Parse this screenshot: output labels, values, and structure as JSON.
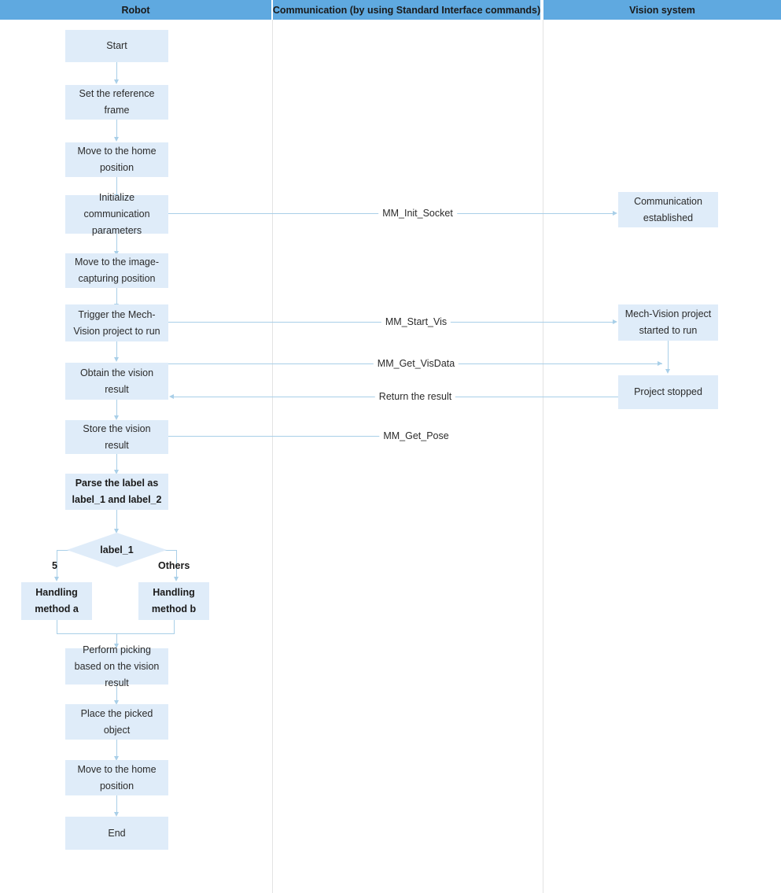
{
  "lanes": [
    {
      "title": "Robot"
    },
    {
      "title": "Communication (by using Standard Interface commands)"
    },
    {
      "title": "Vision system"
    }
  ],
  "colors": {
    "lane_header_bg": "#5fa9e0",
    "node_fill": "#dfecf9",
    "connector": "#a9cfe8",
    "lane_separator": "#e3e3e3",
    "text": "#2b2b2b",
    "page_bg": "#ffffff"
  },
  "robot_lane": {
    "nodes": [
      {
        "id": "start",
        "label": "Start"
      },
      {
        "id": "set-frame",
        "label": "Set the reference frame"
      },
      {
        "id": "home-1",
        "label": "Move to the home position"
      },
      {
        "id": "init-comm",
        "label": "Initialize communication parameters"
      },
      {
        "id": "image-pos",
        "label": "Move to the image-capturing position"
      },
      {
        "id": "trigger-vis",
        "label": "Trigger the Mech-Vision project to run"
      },
      {
        "id": "obtain-vis",
        "label": "Obtain the vision result"
      },
      {
        "id": "store-vis",
        "label": "Store the vision result"
      },
      {
        "id": "parse-label",
        "label": "Parse the label as label_1 and label_2"
      },
      {
        "id": "handling-a",
        "label": "Handling method a"
      },
      {
        "id": "handling-b",
        "label": "Handling method b"
      },
      {
        "id": "perform-pick",
        "label": "Perform picking based on the vision result"
      },
      {
        "id": "place-object",
        "label": "Place the picked object"
      },
      {
        "id": "home-2",
        "label": "Move to the home position"
      },
      {
        "id": "end",
        "label": "End"
      }
    ],
    "decision": {
      "id": "label-1",
      "label": "label_1"
    },
    "branches": [
      {
        "id": "branch-5",
        "label": "5"
      },
      {
        "id": "branch-others",
        "label": "Others"
      }
    ]
  },
  "communication_lane": {
    "messages": [
      {
        "id": "mm-init-socket",
        "label": "MM_Init_Socket",
        "direction": "right"
      },
      {
        "id": "mm-start-vis",
        "label": "MM_Start_Vis",
        "direction": "right"
      },
      {
        "id": "mm-get-visdata",
        "label": "MM_Get_VisData",
        "direction": "right"
      },
      {
        "id": "return-result",
        "label": "Return the result",
        "direction": "left"
      },
      {
        "id": "mm-get-pose",
        "label": "MM_Get_Pose",
        "direction": "none"
      }
    ]
  },
  "vision_lane": {
    "nodes": [
      {
        "id": "comm-established",
        "label": "Communication established"
      },
      {
        "id": "project-started",
        "label": "Mech-Vision project started to run"
      },
      {
        "id": "project-stopped",
        "label": "Project stopped"
      }
    ]
  }
}
